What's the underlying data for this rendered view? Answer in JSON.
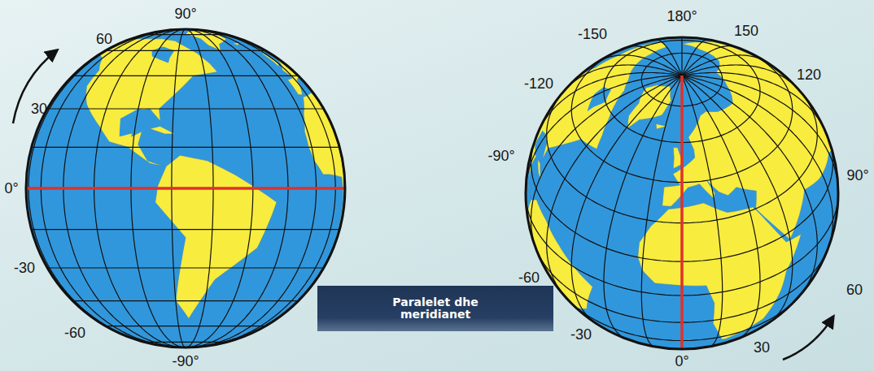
{
  "diagram": {
    "nodes": [
      {
        "text": [
          "Paralelet dhe meridianet"
        ]
      }
    ],
    "labels": [
      "90°",
      "60",
      "30",
      "0°",
      "-30",
      "-60",
      "-90°",
      "-150",
      "180°",
      "150",
      "-120",
      "120",
      "-90°",
      "90°",
      "-60",
      "60",
      "-30",
      "0°",
      "30"
    ]
  }
}
